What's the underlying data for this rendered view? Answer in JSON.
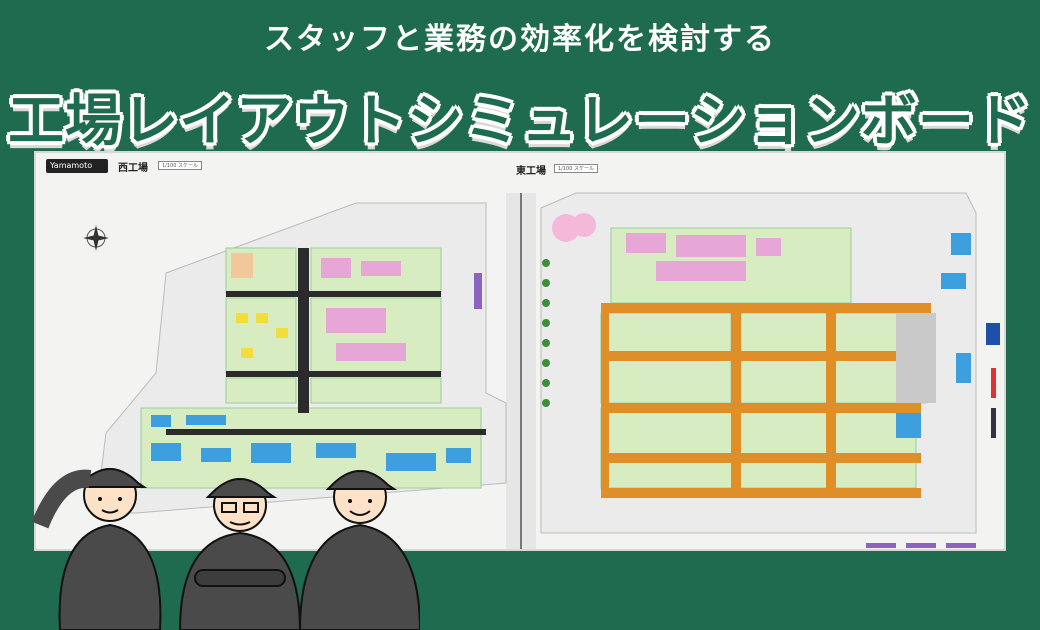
{
  "subtitle": "スタッフと業務の効率化を検討する",
  "title": "工場レイアウトシミュレーションボード",
  "board": {
    "brand": "Yamamoto",
    "west": {
      "name": "西工場",
      "scale": "1/100 スケール"
    },
    "east": {
      "name": "東工場",
      "scale": "1/100 スケール"
    }
  },
  "colors": {
    "background": "#1f6b4f",
    "zone_green": "#d8ecc2",
    "zone_pink": "#e6a7d7",
    "zone_blue": "#3e9fde",
    "zone_yellow": "#f1dd3c",
    "path_orange": "#e08f28",
    "road_dark": "#2b2b2b",
    "path_purple": "#8e62c0"
  },
  "icons": {
    "compass": "compass-rose-icon",
    "workers": "three-factory-workers-illustration"
  }
}
